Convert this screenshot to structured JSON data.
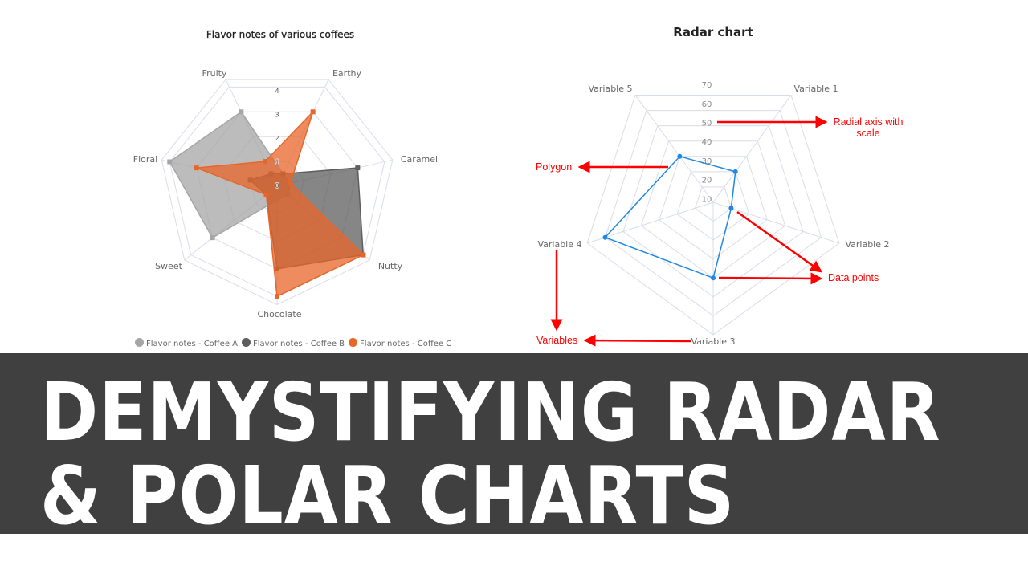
{
  "chart_data": [
    {
      "type": "radar",
      "title": "Flavor notes of various coffees",
      "categories": [
        "Fruity",
        "Earthy",
        "Caramel",
        "Nutty",
        "Chocolate",
        "Sweet",
        "Floral"
      ],
      "radial_ticks": [
        "0",
        "1",
        "2",
        "3",
        "4"
      ],
      "radial_tick_values": [
        0,
        1,
        2,
        3,
        4
      ],
      "legend_position": "bottom",
      "series": [
        {
          "name": "Flavor notes - Coffee A",
          "color": "#a6a6a6",
          "values": [
            3,
            0.5,
            0.5,
            0.5,
            0.5,
            3,
            4
          ]
        },
        {
          "name": "Flavor notes - Coffee B",
          "color": "#5e5e5e",
          "values": [
            0.5,
            0.5,
            3,
            4,
            3,
            0.5,
            1
          ]
        },
        {
          "name": "Flavor notes - Coffee C",
          "color": "#e8662a",
          "values": [
            1,
            3,
            0.5,
            4,
            4,
            0.5,
            3
          ]
        }
      ]
    },
    {
      "type": "radar",
      "title": "Radar chart",
      "categories": [
        "Variable 1",
        "Variable 2",
        "Variable 3",
        "Variable 4",
        "Variable 5"
      ],
      "radial_ticks": [
        "10",
        "20",
        "30",
        "40",
        "50",
        "60",
        "70"
      ],
      "radial_tick_values": [
        10,
        20,
        30,
        40,
        50,
        60,
        70
      ],
      "series": [
        {
          "color": "#1e88e5",
          "values": [
            20,
            10,
            40,
            60,
            30
          ]
        }
      ]
    }
  ],
  "annotations": {
    "radial_axis": "Radial axis with scale",
    "polygon": "Polygon",
    "data_points": "Data points",
    "variables": "Variables",
    "color": "#ff0000"
  },
  "banner": {
    "line1": "DEMYSTIFYING RADAR",
    "line2": "& POLAR CHARTS",
    "background": "#404040"
  }
}
